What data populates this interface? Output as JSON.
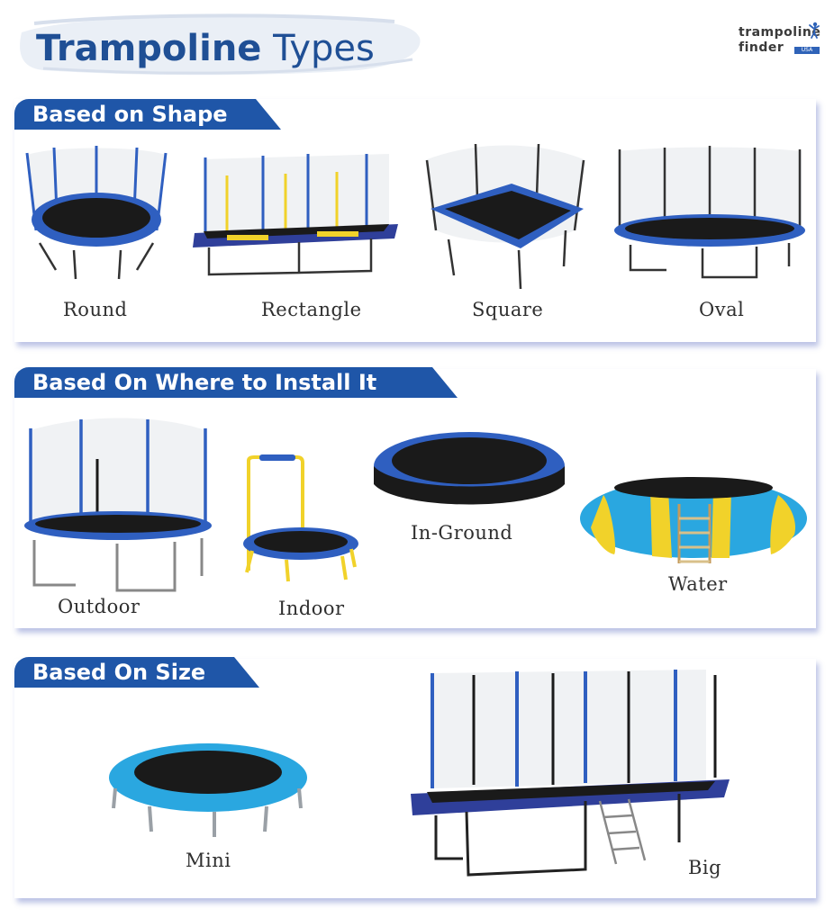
{
  "header": {
    "title_bold": "Trampoline",
    "title_light": "Types"
  },
  "logo": {
    "line1": "trampoline",
    "line2": "finder",
    "badge": "USA"
  },
  "sections": [
    {
      "heading": "Based on Shape",
      "items": [
        {
          "label": "Round",
          "icon": "round-trampoline"
        },
        {
          "label": "Rectangle",
          "icon": "rectangle-trampoline"
        },
        {
          "label": "Square",
          "icon": "square-trampoline"
        },
        {
          "label": "Oval",
          "icon": "oval-trampoline"
        }
      ]
    },
    {
      "heading": "Based On Where to Install It",
      "items": [
        {
          "label": "Outdoor",
          "icon": "outdoor-trampoline"
        },
        {
          "label": "Indoor",
          "icon": "indoor-trampoline"
        },
        {
          "label": "In-Ground",
          "icon": "in-ground-trampoline"
        },
        {
          "label": "Water",
          "icon": "water-trampoline"
        }
      ]
    },
    {
      "heading": "Based On Size",
      "items": [
        {
          "label": "Mini",
          "icon": "mini-trampoline"
        },
        {
          "label": "Big",
          "icon": "big-trampoline"
        }
      ]
    }
  ],
  "colors": {
    "brand_blue": "#1f56a8",
    "pad_blue": "#2f5fc0",
    "mat_black": "#1a1a1a",
    "frame_yellow": "#f1d22a",
    "light_blue": "#2aa7e0"
  }
}
